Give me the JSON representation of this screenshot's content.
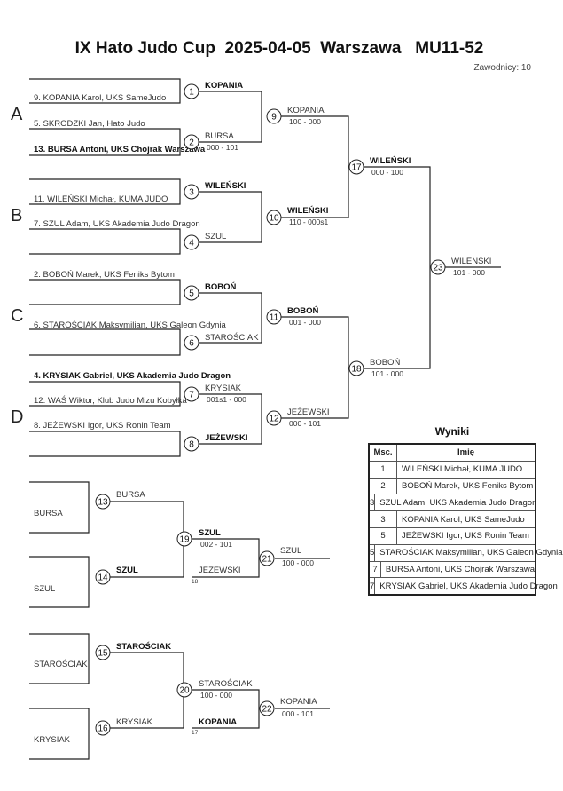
{
  "header": {
    "title": "IX Hato Judo Cup  2025-04-05  Warszawa   MU11-52",
    "competitors": "Zawodnicy: 10"
  },
  "pools": [
    "A",
    "B",
    "C",
    "D"
  ],
  "competitors": [
    "9. KOPANIA Karol, UKS SameJudo",
    "5. SKRODZKI Jan, Hato Judo",
    "13. BURSA Antoni, UKS Chojrak Warszawa",
    "11. WILEŃSKI Michał, KUMA JUDO",
    "7. SZUL Adam, UKS Akademia Judo Dragon",
    "2. BOBOŃ Marek, UKS Feniks Bytom",
    "6. STAROŚCIAK Maksymilian, UKS Galeon Gdynia",
    "4. KRYSIAK Gabriel, UKS Akademia Judo Dragon",
    "12. WAŚ Wiktor, Klub Judo Mizu Kobyłka",
    "8. JEŻEWSKI Igor, UKS Ronin Team"
  ],
  "bracket_labels": [
    "KOPANIA",
    "BURSA",
    "000 - 101",
    "WILEŃSKI",
    "SZUL",
    "BOBOŃ",
    "STAROŚCIAK",
    "KRYSIAK",
    "001s1 - 000",
    "JEŻEWSKI",
    "KOPANIA",
    "100 - 000",
    "WILEŃSKI",
    "110 - 000s1",
    "BOBOŃ",
    "001 - 000",
    "JEŻEWSKI",
    "000 - 101",
    "WILEŃSKI",
    "000 - 100",
    "BOBOŃ",
    "101 - 000",
    "WILEŃSKI",
    "101 - 000"
  ],
  "repechage_labels": [
    "BURSA",
    "BURSA",
    "SZUL",
    "SZUL",
    "SZUL",
    "002 - 101",
    "JEŻEWSKI",
    "18",
    "SZUL",
    "100 - 000",
    "STAROŚCIAK",
    "STAROŚCIAK",
    "KRYSIAK",
    "KRYSIAK",
    "STAROŚCIAK",
    "100 - 000",
    "KOPANIA",
    "17",
    "KOPANIA",
    "000 - 101"
  ],
  "match_numbers": [
    "1",
    "2",
    "3",
    "4",
    "5",
    "6",
    "7",
    "8",
    "9",
    "10",
    "11",
    "12",
    "17",
    "18",
    "23",
    "13",
    "14",
    "19",
    "21",
    "15",
    "16",
    "20",
    "22"
  ],
  "results": {
    "title": "Wyniki",
    "headers": [
      "Msc.",
      "Imię"
    ],
    "rows": [
      [
        "1",
        "WILEŃSKI Michał, KUMA JUDO"
      ],
      [
        "2",
        "BOBOŃ Marek, UKS Feniks Bytom"
      ],
      [
        "3",
        "SZUL Adam, UKS Akademia Judo Dragon"
      ],
      [
        "3",
        "KOPANIA Karol, UKS SameJudo"
      ],
      [
        "5",
        "JEŻEWSKI Igor, UKS Ronin Team"
      ],
      [
        "5",
        "STAROŚCIAK Maksymilian, UKS Galeon Gdynia"
      ],
      [
        "7",
        "BURSA Antoni, UKS Chojrak Warszawa"
      ],
      [
        "7",
        "KRYSIAK Gabriel, UKS Akademia Judo Dragon"
      ]
    ]
  }
}
